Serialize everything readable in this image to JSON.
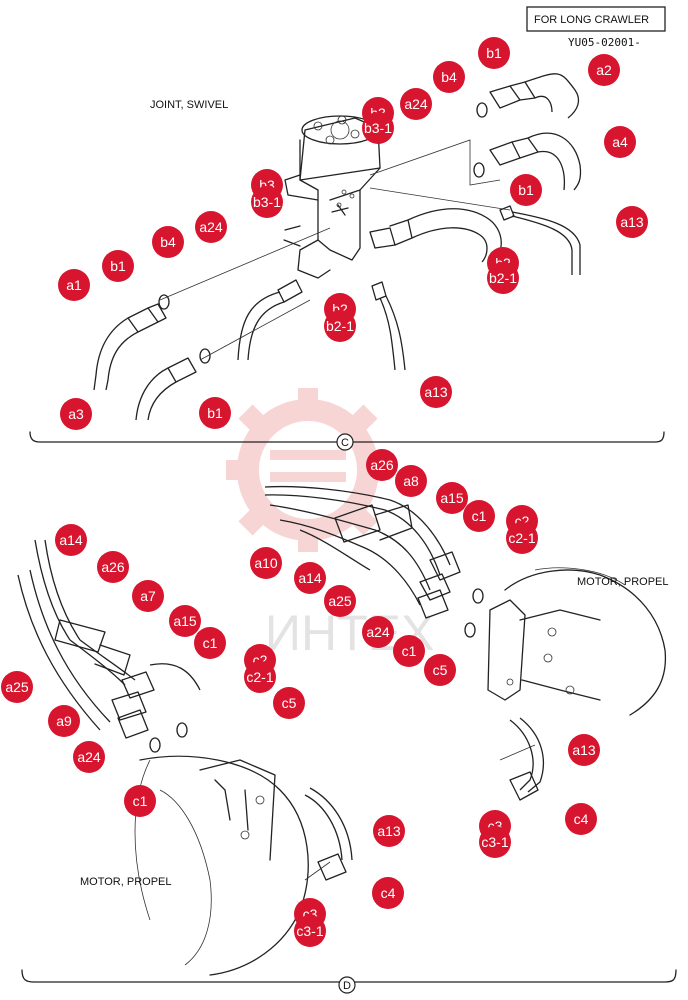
{
  "header": {
    "variant_label": "FOR LONG CRAWLER",
    "part_code": "YU05-02001-"
  },
  "sections": {
    "c": {
      "title": "JOINT, SWIVEL",
      "marker": "C"
    },
    "d": {
      "title_left": "MOTOR, PROPEL",
      "title_right": "MOTOR, PROPEL",
      "marker": "D"
    }
  },
  "watermark": {
    "text": "ИНТЕХ"
  },
  "colors": {
    "callout": "#d7152f",
    "line": "#222222",
    "watermark": "#f2b4b4"
  },
  "callouts": {
    "c": [
      "b1",
      "a2",
      "b4",
      "b3",
      "b3-1",
      "a24",
      "a4",
      "b1",
      "b3",
      "b3-1",
      "a13",
      "b4",
      "a24",
      "b1",
      "b2",
      "b2-1",
      "a1",
      "b2",
      "b2-1",
      "a13",
      "a3",
      "b1"
    ],
    "d": [
      "a26",
      "a8",
      "a15",
      "c1",
      "c2",
      "c2-1",
      "a14",
      "a26",
      "a10",
      "a14",
      "a25",
      "a24",
      "a7",
      "a15",
      "c1",
      "c1",
      "c5",
      "c2",
      "c2-1",
      "a25",
      "c5",
      "a9",
      "a24",
      "a13",
      "c1",
      "c4",
      "c3",
      "c3-1",
      "a13",
      "c4",
      "c3",
      "c3-1"
    ]
  }
}
